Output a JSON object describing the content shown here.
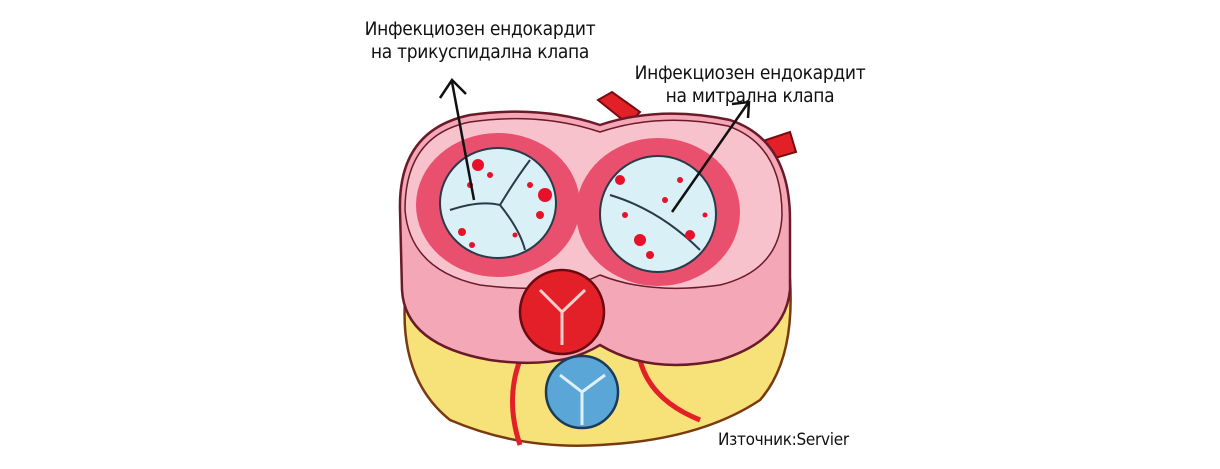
{
  "labels": {
    "tricuspid_line1": "Инфекциозен ендокардит",
    "tricuspid_line2": "на трикуспидална клапа",
    "mitral_line1": "Инфекциозен ендокардит",
    "mitral_line2": "на митрална клапа",
    "source": "Източник:Servier"
  },
  "colors": {
    "myocardium": "#f4a7b6",
    "inner_ring": "#e8506e",
    "valve": "#d8f0f6",
    "vegetation": "#e8102a",
    "fat": "#f7e27a",
    "aorta": "#e32027",
    "pulmonary": "#5aa6d6"
  }
}
